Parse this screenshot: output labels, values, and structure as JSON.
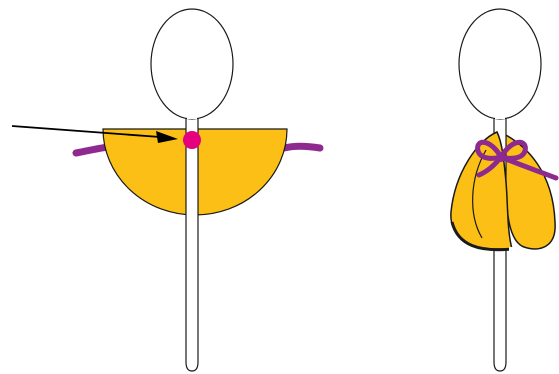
{
  "colors": {
    "background": "#ffffff",
    "outline": "#1a1a1a",
    "spoon_fill": "#ffffff",
    "cloth_fill": "#fbbf16",
    "ribbon": "#8e2a8f",
    "dot": "#e6007e",
    "arrow": "#000000"
  },
  "panels": [
    {
      "name": "left-panel",
      "shows": "flat-cloth-with-ribbon-and-dot"
    },
    {
      "name": "right-panel",
      "shows": "cloth-wrapped-and-tied-with-bow"
    }
  ]
}
